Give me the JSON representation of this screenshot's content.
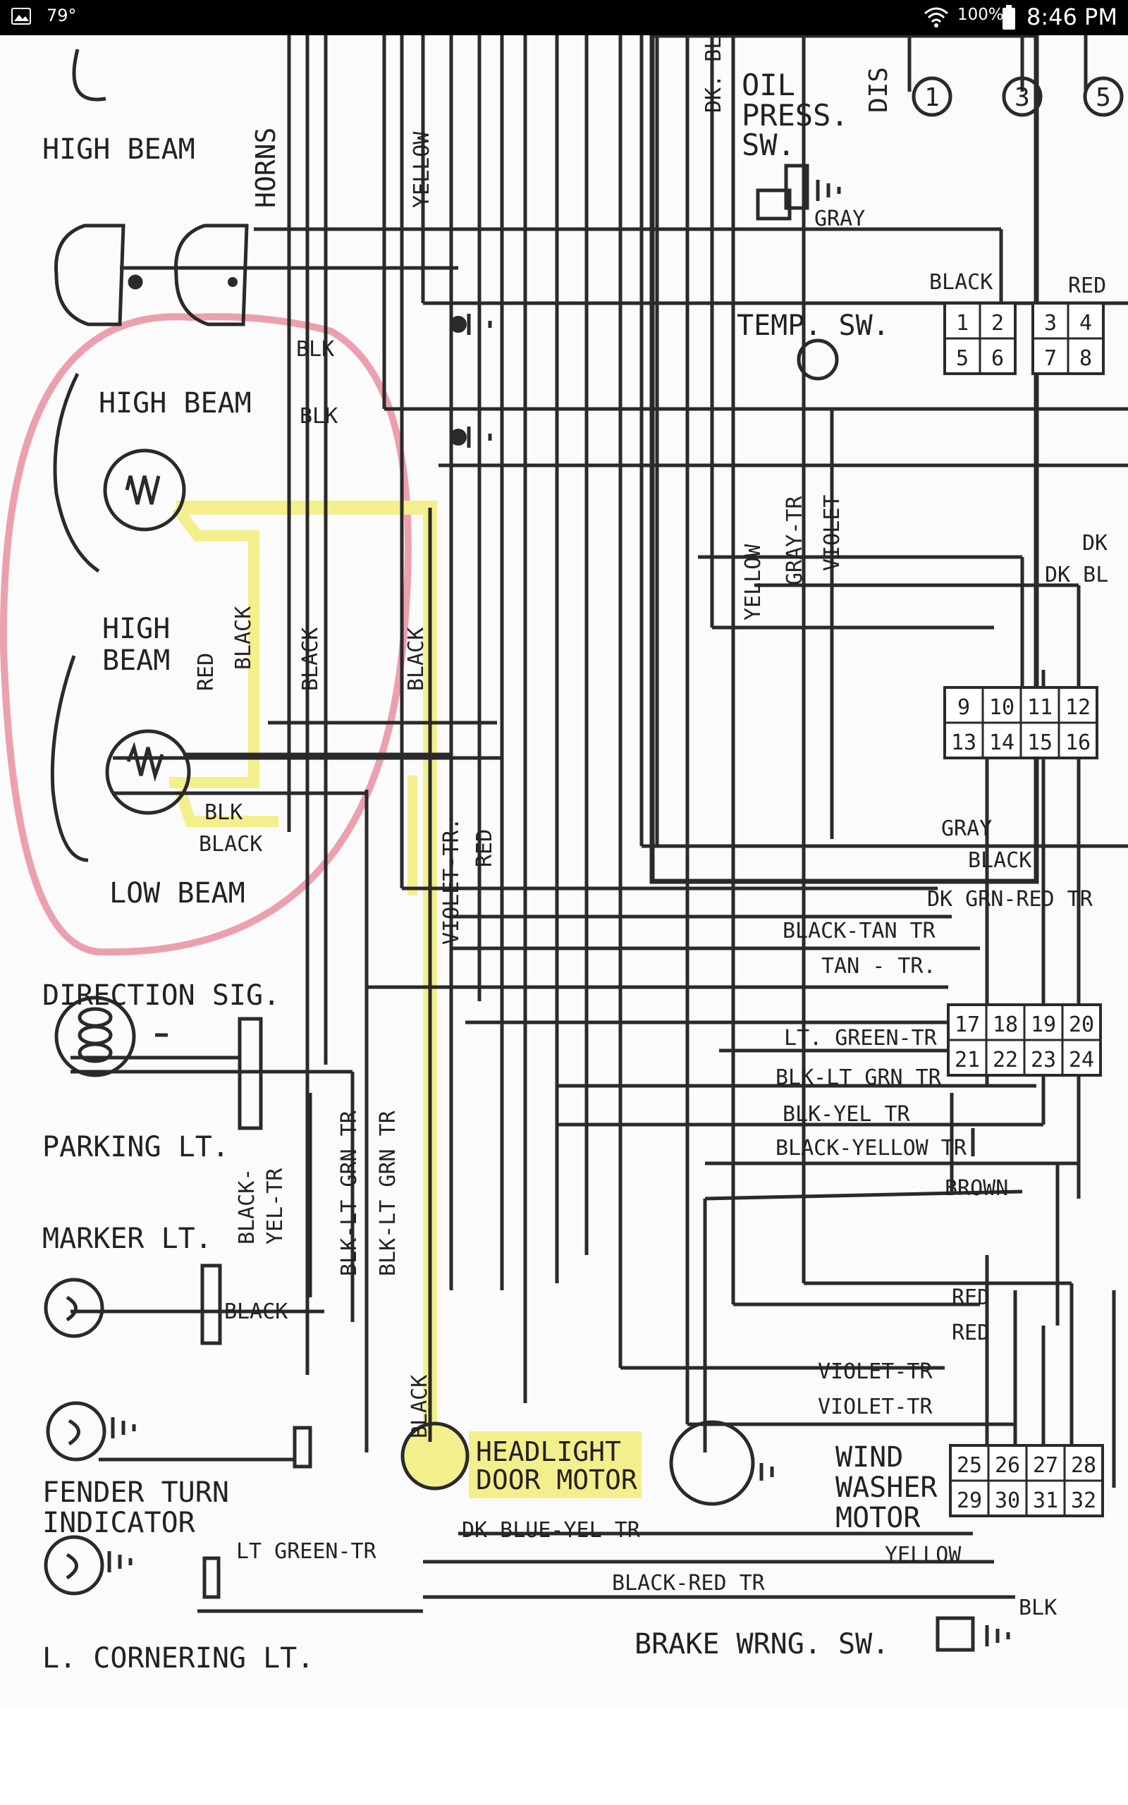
{
  "status_bar": {
    "temperature": "79°",
    "battery": "100%",
    "time": "8:46 PM"
  },
  "colors": {
    "status_bar_bg": "#000000",
    "wire": "#2a2a2a",
    "highlight_yellow": "#f3ef8c",
    "circle_red": "#e98a9a"
  },
  "diagram": {
    "components": {
      "high_beam_top": "HIGH BEAM",
      "horns": "HORNS",
      "oil_press_l1": "OIL",
      "oil_press_l2": "PRESS.",
      "oil_press_l3": "SW.",
      "dis": "DIS",
      "high_beam_mid": "HIGH BEAM",
      "high_beam_low_l1": "HIGH",
      "high_beam_low_l2": "BEAM",
      "low_beam": "LOW BEAM",
      "temp_sw": "TEMP. SW.",
      "direction_sig": "DIRECTION SIG.",
      "parking_lt": "PARKING LT.",
      "marker_lt": "MARKER LT.",
      "fender_l1": "FENDER TURN",
      "fender_l2": "INDICATOR",
      "cornering_lt": "L. CORNERING LT.",
      "headlight_l1": "HEADLIGHT",
      "headlight_l2": "DOOR MOTOR",
      "wind_l1": "WIND",
      "wind_l2": "WASHER",
      "wind_l3": "MOTOR",
      "brake_sw": "BRAKE WRNG. SW."
    },
    "circled_numbers": [
      "1",
      "3",
      "5"
    ],
    "connector_blocks": [
      {
        "top": [
          "1",
          "2"
        ],
        "bottom": [
          "5",
          "6"
        ]
      },
      {
        "top": [
          "3",
          "4"
        ],
        "bottom": [
          "7",
          "8"
        ]
      },
      {
        "top": [
          "9",
          "10",
          "11",
          "12"
        ],
        "bottom": [
          "13",
          "14",
          "15",
          "16"
        ]
      },
      {
        "top": [
          "17",
          "18",
          "19",
          "20"
        ],
        "bottom": [
          "21",
          "22",
          "23",
          "24"
        ]
      },
      {
        "top": [
          "25",
          "26",
          "27",
          "28"
        ],
        "bottom": [
          "29",
          "30",
          "31",
          "32"
        ]
      }
    ],
    "wire_labels": {
      "dk_bl": "DK. BL",
      "yellow_v1": "YELLOW",
      "gray_top": "GRAY",
      "black_top": "BLACK",
      "red_top": "RED",
      "blk_1": "BLK",
      "blk_2": "BLK",
      "red_v": "RED",
      "black_v1": "BLACK",
      "black_v2": "BLACK",
      "black_v3": "BLACK",
      "blk_3": "BLK",
      "black_h1": "BLACK",
      "dk_1": "DK",
      "dk_bl_2": "DK BL",
      "yellow_v2": "YELLOW",
      "gray_tr": "GRAY-TR",
      "violet_v": "VIOLET",
      "violet_tr_v": "VIOLET-TR.",
      "red_v2": "RED",
      "gray_mid": "GRAY",
      "black_mid": "BLACK",
      "dk_grn_red_tr": "DK GRN-RED TR",
      "black_tan_tr": "BLACK-TAN TR",
      "tan_tr": "TAN - TR.",
      "lt_green_tr": "LT. GREEN-TR",
      "blk_lt_grn_tr": "BLK-LT GRN TR",
      "blk_yel_tr": "BLK-YEL TR",
      "black_yellow_tr": "BLACK-YELLOW TR",
      "brown": "BROWN",
      "black_yel_tr_l1": "BLACK-",
      "black_yel_tr_l2": "YEL-TR",
      "blk_lt_grn_tr_v1": "BLK-LT GRN TR",
      "blk_lt_grn_tr_v2": "BLK-LT GRN TR",
      "black_marker": "BLACK",
      "black_v4": "BLACK",
      "red_r1": "RED",
      "red_r2": "RED",
      "violet_tr_1": "VIOLET-TR",
      "violet_tr_2": "VIOLET-TR",
      "dk_blue_yel_tr": "DK BLUE-YEL TR",
      "yellow_bottom": "YELLOW",
      "lt_green_tr_bottom": "LT GREEN-TR",
      "black_red_tr": "BLACK-RED TR",
      "blk_bottom": "BLK"
    }
  }
}
